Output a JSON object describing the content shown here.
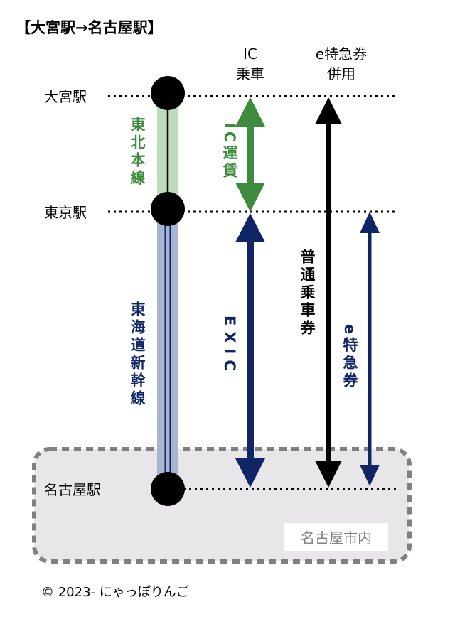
{
  "title": "【大宮駅→名古屋駅】",
  "stations": {
    "omiya": "大宮駅",
    "tokyo": "東京駅",
    "nagoya": "名古屋駅"
  },
  "lines": {
    "tohoku": "東北本線",
    "tokaido_shinkansen": "東海道新幹線"
  },
  "columns": {
    "ic_ride_line1": "IC",
    "ic_ride_line2": "乗車",
    "e_ticket_line1": "e特急券",
    "e_ticket_line2": "併用"
  },
  "arrows": {
    "ic_fare": "IC運賃",
    "exic": "EXIC",
    "regular_ticket": "普通乗車券",
    "e_express_ticket": "e特急券"
  },
  "zone_label": "名古屋市内",
  "copyright": "© 2023- にゃっぽりんご",
  "colors": {
    "green": "#3e8a3e",
    "green_light": "#bcdcbc",
    "navy": "#0f2566",
    "navy_light": "#a9b5d0",
    "black": "#000000",
    "zone_fill": "#e8e6e8",
    "zone_border": "#808080"
  }
}
